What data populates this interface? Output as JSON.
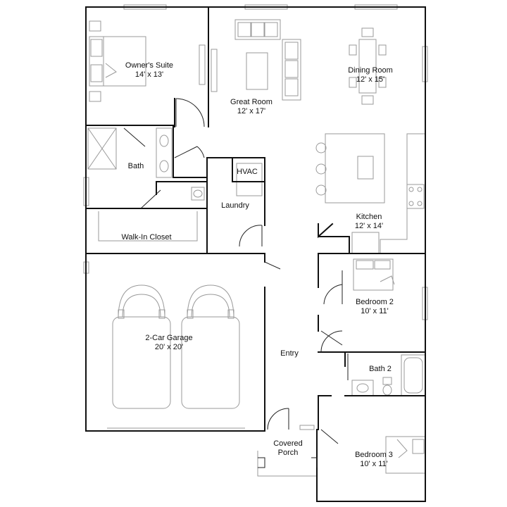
{
  "rooms": {
    "owners_suite": {
      "name": "Owner's Suite",
      "dims": "14' x 13'"
    },
    "great_room": {
      "name": "Great Room",
      "dims": "12' x 17'"
    },
    "dining_room": {
      "name": "Dining Room",
      "dims": "12' x 15'"
    },
    "bath": {
      "name": "Bath"
    },
    "hvac": {
      "name": "HVAC"
    },
    "laundry": {
      "name": "Laundry"
    },
    "kitchen": {
      "name": "Kitchen",
      "dims": "12' x 14'"
    },
    "walk_in_closet": {
      "name": "Walk-In Closet"
    },
    "bedroom2": {
      "name": "Bedroom 2",
      "dims": "10' x 11'"
    },
    "garage": {
      "name": "2-Car Garage",
      "dims": "20' x 20'"
    },
    "entry": {
      "name": "Entry"
    },
    "bath2": {
      "name": "Bath 2"
    },
    "covered_porch": {
      "name": "Covered",
      "name2": "Porch"
    },
    "bedroom3": {
      "name": "Bedroom 3",
      "dims": "10' x 11'"
    }
  }
}
